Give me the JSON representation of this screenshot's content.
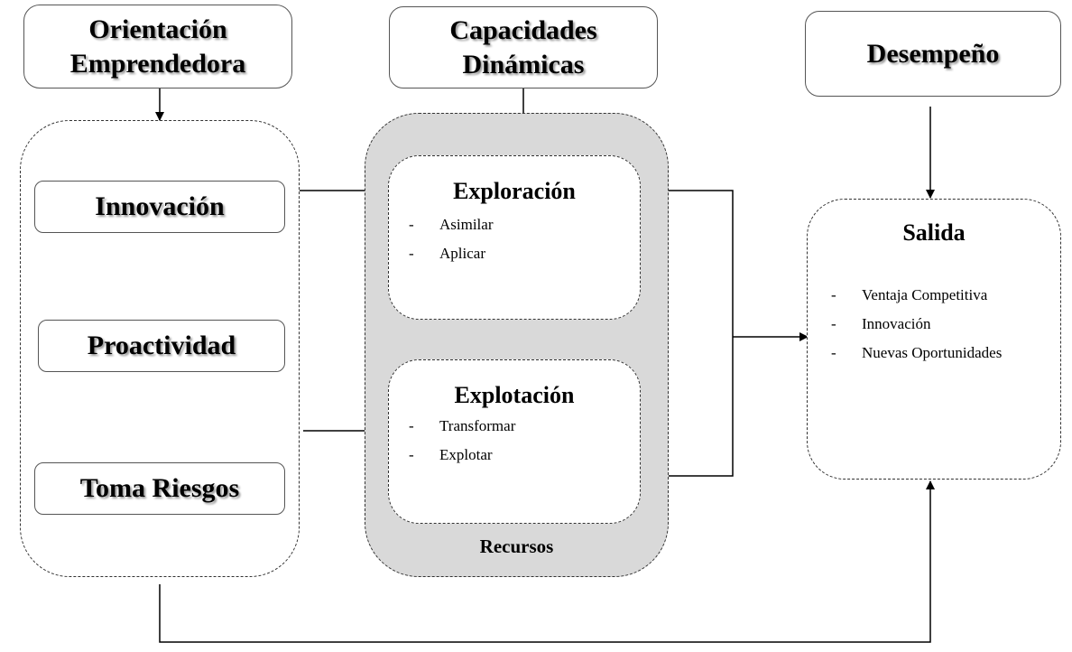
{
  "orientacion": {
    "title_line1": "Orientación",
    "title_line2": "Emprendedora",
    "items": [
      "Innovación",
      "Proactividad",
      "Toma Riesgos"
    ]
  },
  "capacidades": {
    "title_line1": "Capacidades",
    "title_line2": "Dinámicas",
    "container_label": "Recursos",
    "exploracion": {
      "title": "Exploración",
      "items": [
        "Asimilar",
        "Aplicar"
      ]
    },
    "explotacion": {
      "title": "Explotación",
      "items": [
        "Transformar",
        "Explotar"
      ]
    }
  },
  "desempeno": {
    "title": "Desempeño"
  },
  "salida": {
    "title": "Salida",
    "items": [
      "Ventaja Competitiva",
      "Innovación",
      "Nuevas Oportunidades"
    ]
  },
  "list_marker": "-"
}
